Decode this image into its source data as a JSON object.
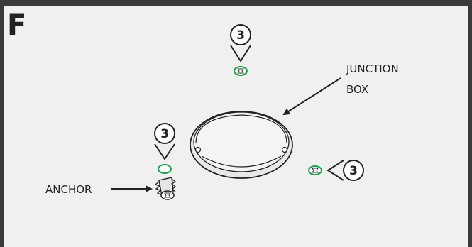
{
  "step_letter": "F",
  "callouts": [
    {
      "id": "top",
      "number": "3"
    },
    {
      "id": "left",
      "number": "3"
    },
    {
      "id": "right",
      "number": "3"
    }
  ],
  "labels": {
    "junction_line1": "JUNCTION",
    "junction_line2": "BOX",
    "anchor": "ANCHOR"
  },
  "colors": {
    "panel_border": "#3a3a3a",
    "panel_background": "#f0f0f0",
    "screw_hole_ring": "#1aa34a",
    "line": "#222222"
  }
}
